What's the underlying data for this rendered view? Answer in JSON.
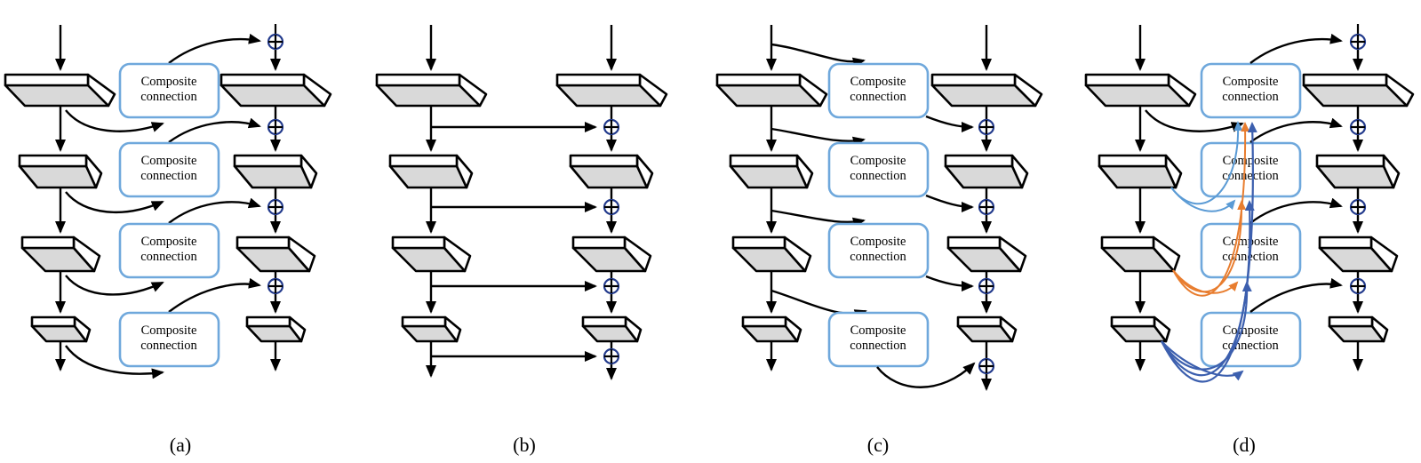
{
  "figure": {
    "composite_box": {
      "line1": "Composite",
      "line2": "connection"
    },
    "panel_labels": {
      "a": "(a)",
      "b": "(b)",
      "c": "(c)",
      "d": "(d)"
    },
    "icons": {
      "add_operator": "⊕"
    },
    "colors": {
      "box_border": "#6fa8dc",
      "block_top_fill": "#ffffff",
      "block_face_fill": "#d9d9d9",
      "outline": "#000000",
      "add_circle": "#223a8c",
      "dense_arrows_from_stage2": "#5b9bd5",
      "dense_arrows_from_stage3": "#e87d2f",
      "dense_arrows_from_stage4": "#3c5fae"
    }
  }
}
